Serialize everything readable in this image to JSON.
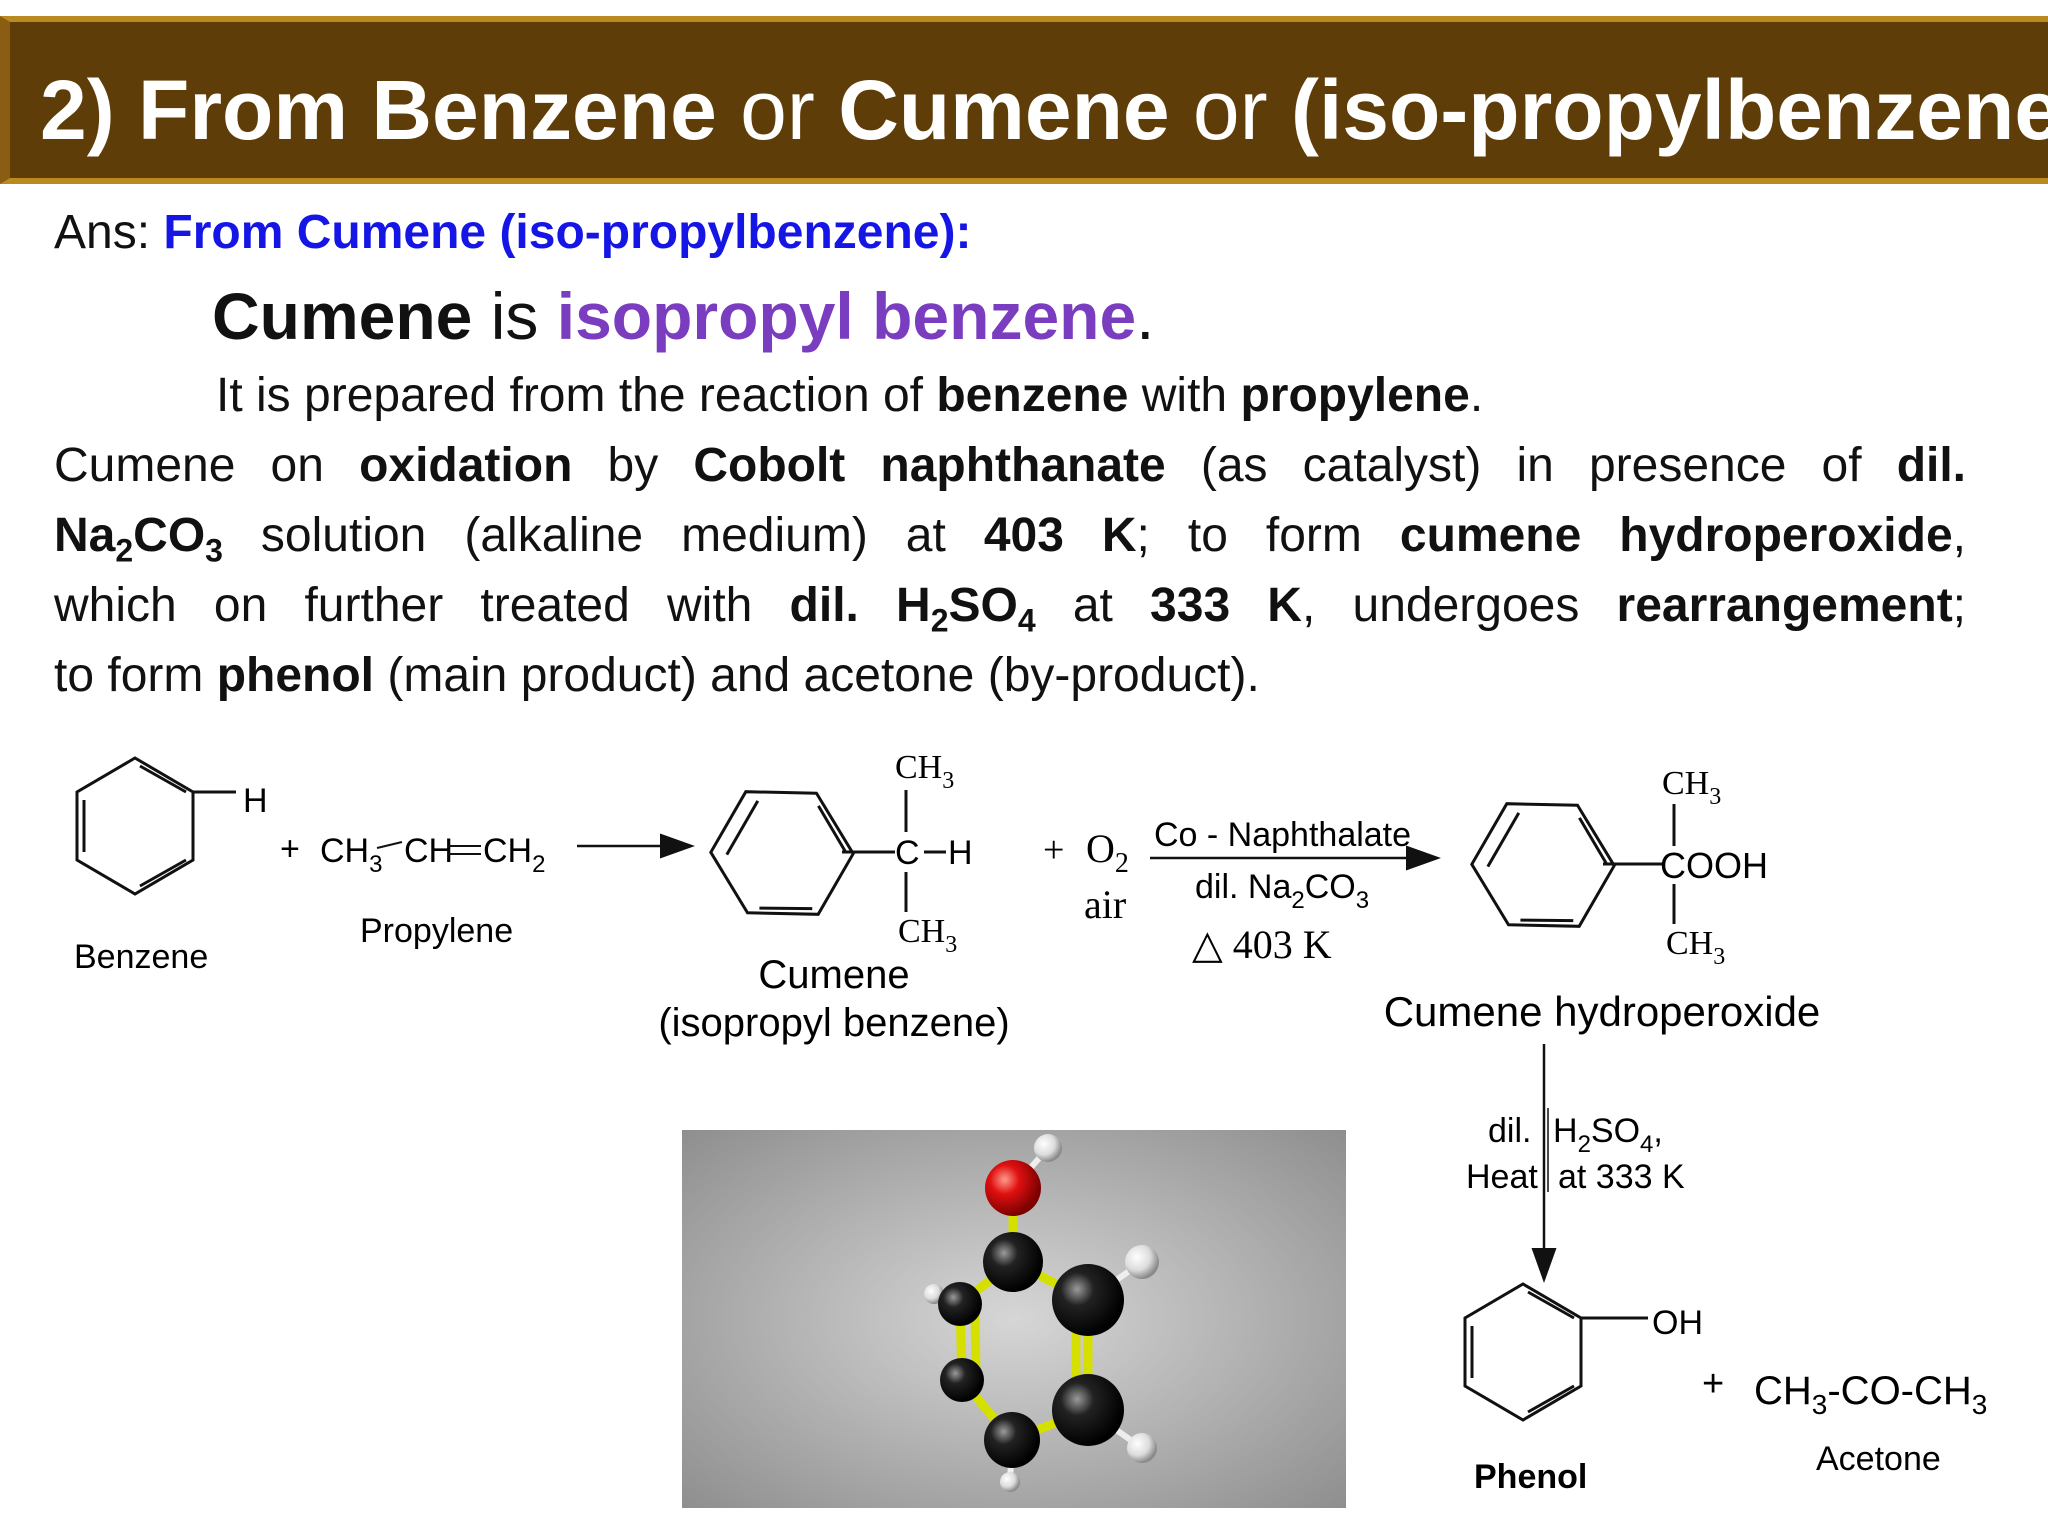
{
  "title": {
    "part1": "2) From Benzene",
    "or1": " or ",
    "part2": "Cumene",
    "or2": " or ",
    "part3": "(iso-propylbenzene):"
  },
  "ans": {
    "prefix": "Ans: ",
    "highlight": "From Cumene (iso-propylbenzene):"
  },
  "cumene_def": {
    "subject": "Cumene",
    "is": " is ",
    "what": "isopropyl benzene",
    "end": "."
  },
  "prep": {
    "t1": "It is prepared from the reaction of ",
    "b1": "benzene",
    "t2": " with ",
    "b2": "propylene",
    "t3": "."
  },
  "para": {
    "l1_t1": "Cumene on ",
    "l1_b1": "oxidation",
    "l1_t2": " by ",
    "l1_b2": "Cobolt naphthanate",
    "l1_t3": " (as catalyst) in presence of ",
    "l1_b3": "dil.",
    "l2_b1": "Na",
    "l2_s1": "2",
    "l2_b2": "CO",
    "l2_s2": "3",
    "l2_t1": " solution (alkaline medium) at ",
    "l2_b3": "403 K",
    "l2_t2": "; to form ",
    "l2_b4": "cumene hydroperoxide",
    "l2_t3": ",",
    "l3_t1": "which on further treated with ",
    "l3_b1": "dil. H",
    "l3_s1": "2",
    "l3_b2": "SO",
    "l3_s2": "4",
    "l3_t2": " at ",
    "l3_b3": "333 K",
    "l3_t3": ", undergoes ",
    "l3_b4": "rearrangement",
    "l3_t4": ";",
    "l4_t1": "to form  ",
    "l4_b1": "phenol",
    "l4_t2": " (main product) and acetone (by-product)."
  },
  "scheme": {
    "benzene_h": "H",
    "benzene_label": "Benzene",
    "plus1": "+",
    "propylene_ch3": "CH",
    "propylene_ch3_sub": "3",
    "propylene_mid": "CH",
    "propylene_ch2": "CH",
    "propylene_ch2_sub": "2",
    "propylene_label": "Propylene",
    "cumene_ch3_top": "CH",
    "cumene_ch3_top_sub": "3",
    "cumene_c": "C",
    "cumene_h": "H",
    "cumene_ch3_bot": "CH",
    "cumene_ch3_bot_sub": "3",
    "cumene_label": "Cumene",
    "cumene_label2": "(isopropyl benzene)",
    "plus2": "+",
    "o2": "O",
    "o2_sub": "2",
    "air": "air",
    "reagent1": "Co - Naphthalate",
    "reagent2_pre": "dil. Na",
    "reagent2_s1": "2",
    "reagent2_mid": "CO",
    "reagent2_s2": "3",
    "reagent3": "△ 403 K",
    "hp_ch3_top": "CH",
    "hp_ch3_top_sub": "3",
    "hp_cooh": "COOH",
    "hp_ch3_bot": "CH",
    "hp_ch3_bot_sub": "3",
    "hp_label": "Cumene hydroperoxide",
    "step2_a": "dil.",
    "step2_b_pre": "H",
    "step2_b_s1": "2",
    "step2_b_mid": "SO",
    "step2_b_s2": "4",
    "step2_b_end": ",",
    "step2_c": "Heat",
    "step2_d": "at 333 K",
    "phenol_oh": "OH",
    "phenol_label": "Phenol",
    "plus3": "+",
    "acetone_pre": "CH",
    "acetone_s1": "3",
    "acetone_mid": "-CO-CH",
    "acetone_s2": "3",
    "acetone_label": "Acetone"
  }
}
